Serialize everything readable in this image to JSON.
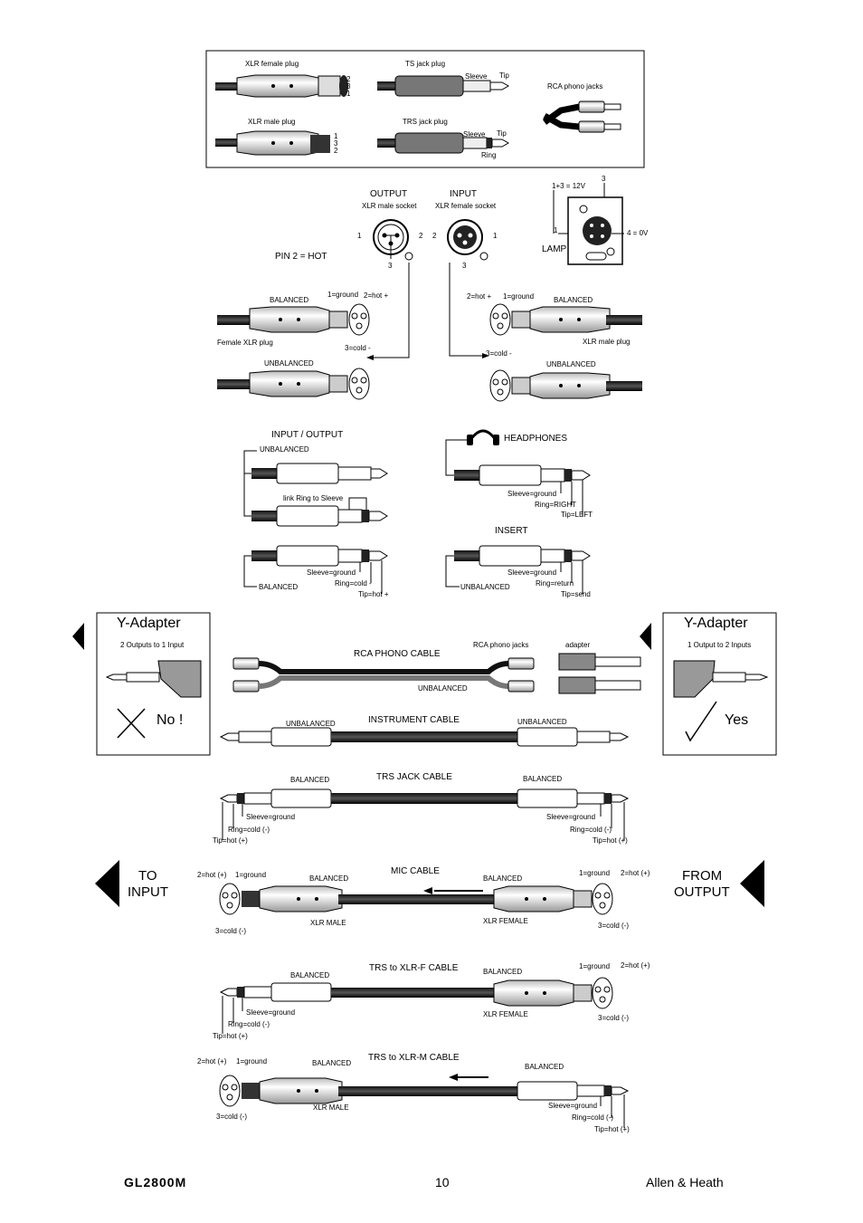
{
  "connectors": {
    "xlr_female_plug": "XLR female plug",
    "xlr_male_plug": "XLR male plug",
    "ts_jack_plug": "TS jack plug",
    "trs_jack_plug": "TRS jack plug",
    "rca_phono_jacks": "RCA phono jacks",
    "sleeve": "Sleeve",
    "tip": "Tip",
    "ring": "Ring",
    "pins_female": [
      "2",
      "3",
      "1"
    ],
    "pins_male": [
      "1",
      "3",
      "2"
    ]
  },
  "sockets": {
    "output": "OUTPUT",
    "output_sub": "XLR male socket",
    "input": "INPUT",
    "input_sub": "XLR female socket",
    "pin2_hot": "PIN 2 = HOT",
    "lamp": "LAMP",
    "lamp_12v": "1+3 = 12V",
    "lamp_0v": "4 = 0V",
    "n1": "1",
    "n2": "2",
    "n3": "3"
  },
  "xlr_wiring": {
    "balanced": "BALANCED",
    "unbalanced": "UNBALANCED",
    "ground": "1=ground",
    "hot": "2=hot +",
    "cold": "3=cold -",
    "female_plug": "Female XLR plug",
    "male_plug": "XLR male plug"
  },
  "jacks": {
    "io_title": "INPUT / OUTPUT",
    "unbalanced": "UNBALANCED",
    "link": "link Ring to Sleeve",
    "balanced": "BALANCED",
    "sleeve_ground": "Sleeve=ground",
    "ring_cold": "Ring=cold -",
    "tip_hot": "Tip=hot +",
    "headphones": "HEADPHONES",
    "ring_right": "Ring=RIGHT",
    "tip_left": "Tip=LEFT",
    "insert": "INSERT",
    "ring_return": "Ring=return",
    "tip_send": "Tip=send"
  },
  "yadapter": {
    "title": "Y-Adapter",
    "left_sub": "2 Outputs to 1 Input",
    "left_verdict": "No !",
    "right_sub": "1 Output to 2 Inputs",
    "right_verdict": "Yes"
  },
  "cables": {
    "rca": "RCA PHONO CABLE",
    "rca_jacks": "RCA phono jacks",
    "adapter": "adapter",
    "unbalanced": "UNBALANCED",
    "instrument": "INSTRUMENT CABLE",
    "trs_jack": "TRS JACK CABLE",
    "balanced": "BALANCED",
    "sleeve_ground": "Sleeve=ground",
    "ring_cold": "Ring=cold (-)",
    "tip_hot": "Tip=hot (+)",
    "mic": "MIC CABLE",
    "hot": "2=hot (+)",
    "ground": "1=ground",
    "cold": "3=cold (-)",
    "xlr_male": "XLR MALE",
    "xlr_female": "XLR FEMALE",
    "trs_xlrf": "TRS to XLR-F CABLE",
    "trs_xlrm": "TRS to XLR-M CABLE"
  },
  "arrows": {
    "to_line1": "TO",
    "to_line2": "INPUT",
    "from_line1": "FROM",
    "from_line2": "OUTPUT"
  },
  "footer": {
    "model": "GL2800M",
    "page": "10",
    "brand": "Allen & Heath"
  }
}
